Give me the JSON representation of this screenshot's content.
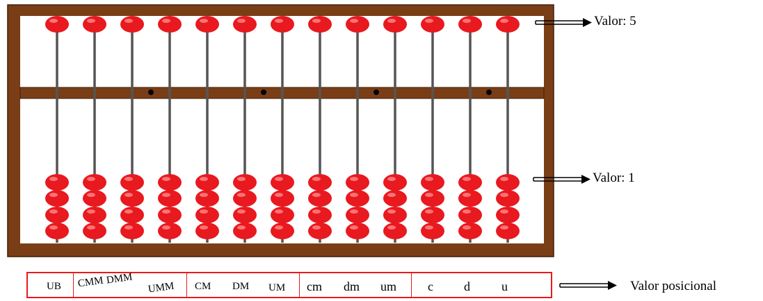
{
  "abacus": {
    "rods": 13,
    "upper_beads_per_rod": 1,
    "lower_beads_per_rod": 4,
    "frame_color": "#7a3e17",
    "bead_color": "#e8191f",
    "rod_color": "#555555"
  },
  "labels": {
    "upper_value": "Valor: 5",
    "lower_value": "Valor: 1",
    "positional_value": "Valor posicional"
  },
  "place_values": {
    "groups": [
      [
        "UB"
      ],
      [
        "CMM",
        "DMM",
        "UMM"
      ],
      [
        "CM",
        "DM",
        "UM"
      ],
      [
        "cm",
        "dm",
        "um"
      ],
      [
        "c",
        "d",
        "u"
      ]
    ]
  }
}
